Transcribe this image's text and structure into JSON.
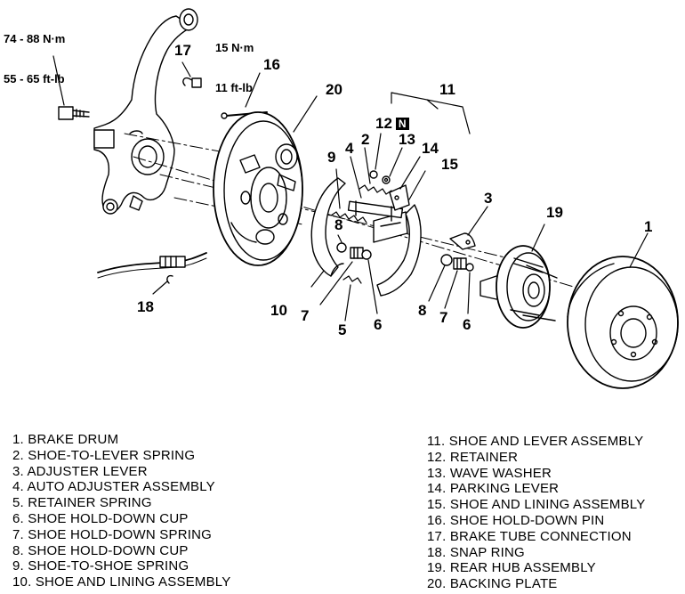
{
  "torque_specs": {
    "knuckle_bolt": {
      "metric": "74 - 88 N·m",
      "imperial": "55 - 65 ft-lb"
    },
    "brake_tube": {
      "metric": "15 N·m",
      "imperial": "11 ft-lb"
    }
  },
  "callouts": {
    "c1": "1",
    "c3": "3",
    "c2": "2",
    "c4": "4",
    "c5": "5",
    "c6a": "6",
    "c6b": "6",
    "c7a": "7",
    "c7b": "7",
    "c8a": "8",
    "c8b": "8",
    "c9": "9",
    "c10": "10",
    "c11": "11",
    "c12": "12",
    "c12_badge": "N",
    "c13": "13",
    "c14": "14",
    "c15": "15",
    "c16": "16",
    "c17": "17",
    "c18": "18",
    "c19": "19",
    "c20": "20"
  },
  "legend_left": [
    "1. BRAKE DRUM",
    "2. SHOE-TO-LEVER SPRING",
    "3. ADJUSTER LEVER",
    "4. AUTO ADJUSTER ASSEMBLY",
    "5. RETAINER SPRING",
    "6. SHOE HOLD-DOWN CUP",
    "7. SHOE HOLD-DOWN SPRING",
    "8. SHOE HOLD-DOWN CUP",
    "9. SHOE-TO-SHOE SPRING",
    "10. SHOE AND LINING ASSEMBLY"
  ],
  "legend_right": [
    "11. SHOE AND LEVER ASSEMBLY",
    "12. RETAINER",
    "13. WAVE WASHER",
    "14. PARKING LEVER",
    "15. SHOE AND LINING ASSEMBLY",
    "16. SHOE HOLD-DOWN PIN",
    "17. BRAKE TUBE CONNECTION",
    "18. SNAP RING",
    "19. REAR HUB ASSEMBLY",
    "20. BACKING PLATE"
  ]
}
